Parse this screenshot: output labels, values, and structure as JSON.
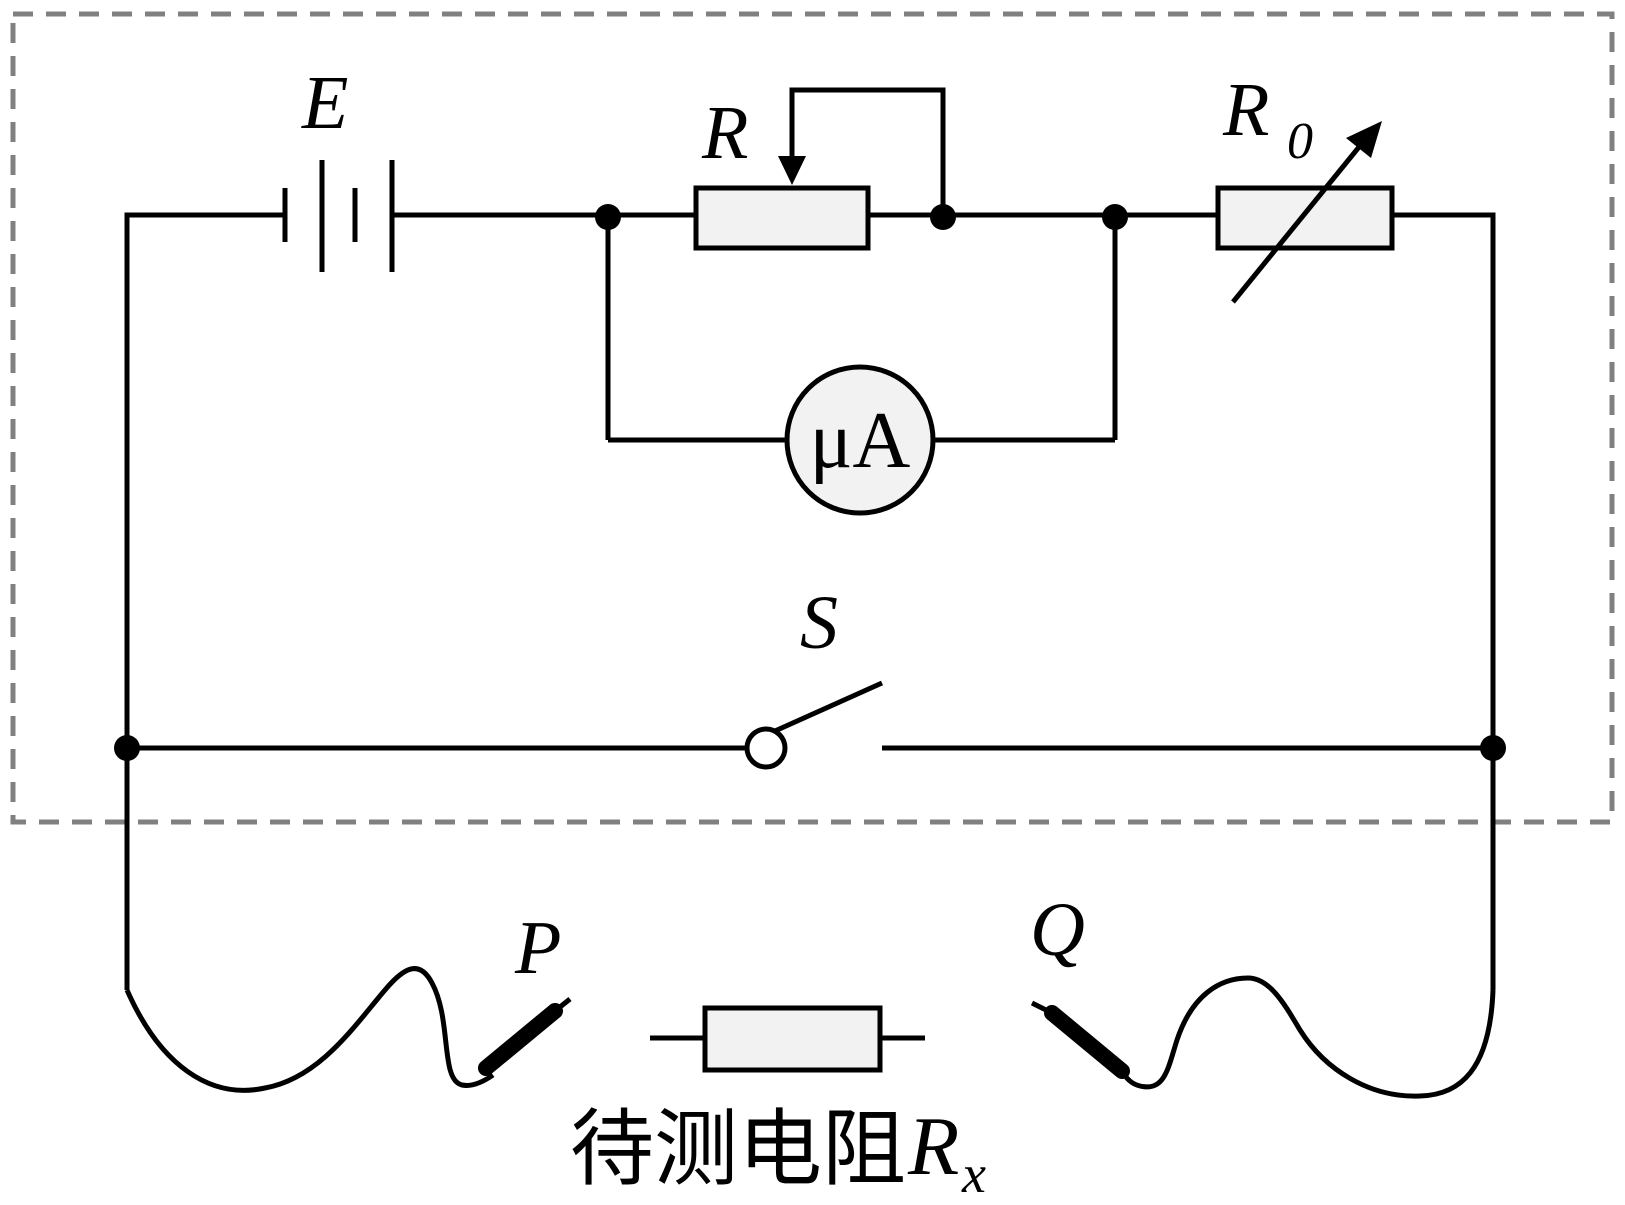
{
  "labels": {
    "emf": "E",
    "rheostat": "R",
    "variable_resistor": "R",
    "variable_resistor_sub": "0",
    "meter": "μA",
    "switch": "S",
    "probe_left": "P",
    "probe_right": "Q",
    "caption_text": "待测电阻",
    "caption_symbol": "R",
    "caption_sub": "x"
  },
  "colors": {
    "wire": "#000000",
    "component_fill": "#f2f2f2",
    "dashed_border": "#808080"
  }
}
